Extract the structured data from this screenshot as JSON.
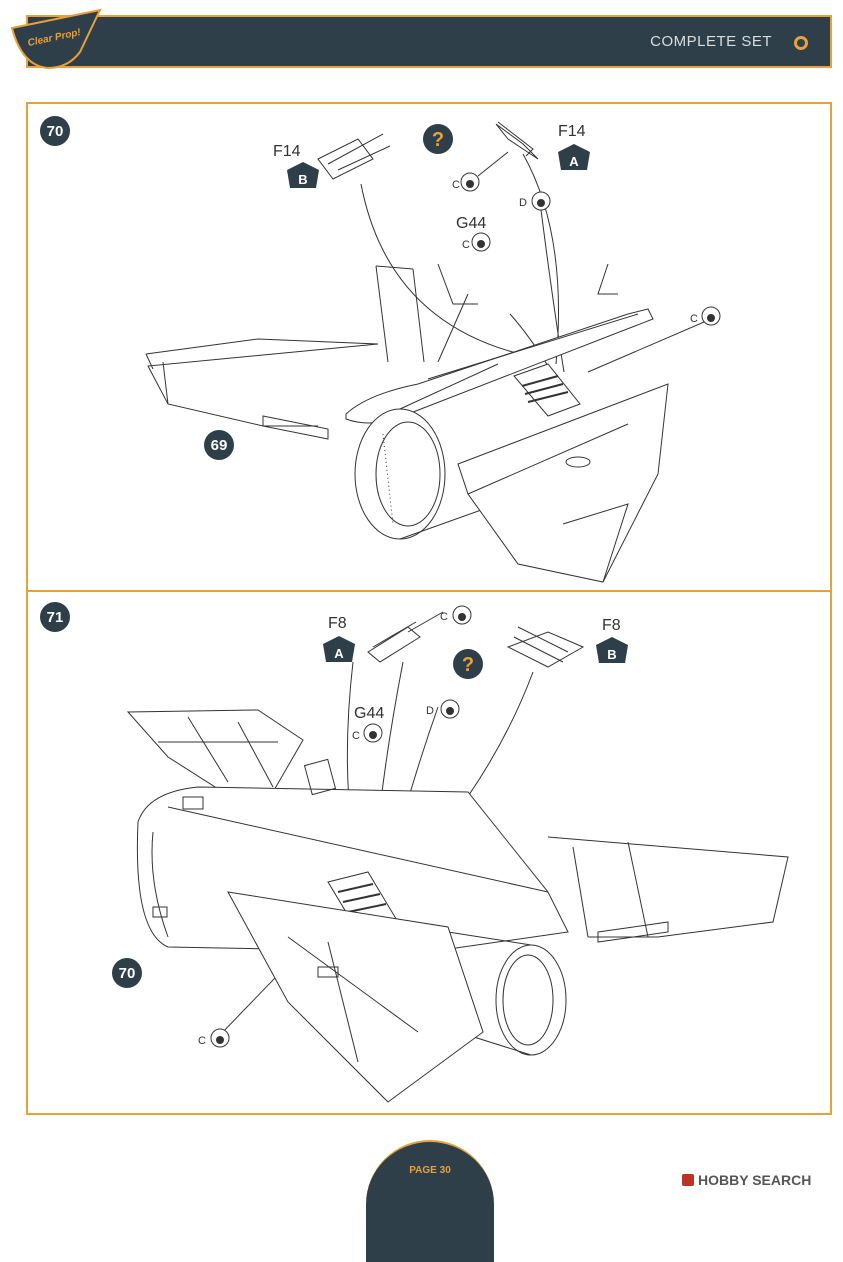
{
  "header": {
    "logo_text": "Clear Prop!",
    "title": "COMPLETE SET"
  },
  "step70": {
    "number": "70",
    "ref_step": "69",
    "part_left": "F14",
    "badge_left": "B",
    "part_right": "F14",
    "badge_right": "A",
    "question": "?",
    "part_center": "G44",
    "glue": [
      "C",
      "D",
      "C",
      "C"
    ]
  },
  "step71": {
    "number": "71",
    "ref_step": "70",
    "part_left": "F8",
    "badge_left": "A",
    "part_right": "F8",
    "badge_right": "B",
    "question": "?",
    "part_center": "G44",
    "glue": [
      "C",
      "D",
      "C",
      "C"
    ]
  },
  "footer": {
    "page": "PAGE 30",
    "watermark": "HOBBY SEARCH"
  },
  "colors": {
    "navy": "#2f3f49",
    "orange": "#e8a13a"
  }
}
